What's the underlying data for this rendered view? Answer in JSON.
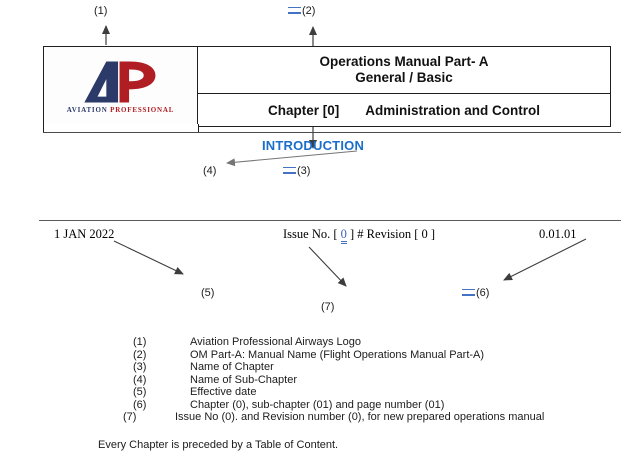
{
  "colors": {
    "heading_blue": "#1b6ec9",
    "revision_mark_blue": "#4472c4",
    "logo_navy": "#2c3a6a",
    "logo_red": "#b01e24"
  },
  "callouts": {
    "c1": "(1)",
    "c2": "(2)",
    "c3": "(3)",
    "c4": "(4)",
    "c5": "(5)",
    "c6": "(6)",
    "c7": "(7)"
  },
  "header_table": {
    "logo": {
      "monogram": "AP",
      "caption_word1": "AVIATION",
      "caption_word2": "PROFESSIONAL"
    },
    "manual_title_line1": "Operations Manual Part- A",
    "manual_title_line2": "General / Basic",
    "chapter_label": "Chapter [0]",
    "chapter_name": "Administration and Control"
  },
  "section_heading": "INTRODUCTION",
  "status_line": {
    "effective_date": "1 JAN 2022",
    "issue_prefix": "Issue No. [ ",
    "issue_number": "0",
    "issue_mid": " ] # Revision [ ",
    "revision_number": "0",
    "issue_suffix": " ]",
    "page_reference": "0.01.01"
  },
  "legend": {
    "items": [
      {
        "num": "(1)",
        "text": "Aviation Professional Airways Logo"
      },
      {
        "num": "(2)",
        "text": "OM Part-A: Manual Name (Flight Operations Manual Part-A)"
      },
      {
        "num": "(3)",
        "text": "Name of Chapter"
      },
      {
        "num": "(4)",
        "text": "Name of Sub-Chapter"
      },
      {
        "num": "(5)",
        "text": "Effective date"
      },
      {
        "num": "(6)",
        "text": "Chapter (0), sub-chapter (01) and page number (01)"
      },
      {
        "num": "(7)",
        "text": "Issue No (0). and Revision number (0), for new prepared operations manual"
      }
    ]
  },
  "footer_note": "Every Chapter is preceded by a Table of Content."
}
